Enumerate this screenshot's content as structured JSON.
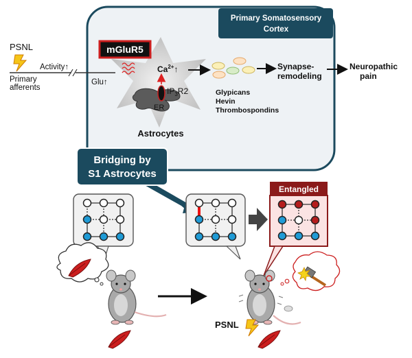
{
  "cortex_box": {
    "title_line1": "Primary Somatosensory",
    "title_line2": "Cortex"
  },
  "left_inputs": {
    "psnl": "PSNL",
    "activity": "Activity↑",
    "primary_line1": "Primary",
    "primary_line2": "afferents",
    "glu": "Glu↑"
  },
  "astrocyte": {
    "receptor": "mGluR5",
    "er": "ER",
    "ip3r2_main": "IP",
    "ip3r2_sub": "3",
    "ip3r2_tail": "R2",
    "label": "Astrocytes"
  },
  "calcium": {
    "base": "Ca",
    "sup": "2+",
    "arrow": "↑"
  },
  "secreted_factors": [
    "Glypicans",
    "Hevin",
    "Thrombospondins"
  ],
  "outcomes": {
    "synapse_line1": "Synapse-",
    "synapse_line2": "remodeling",
    "pain_line1": "Neuropathic",
    "pain_line2": "pain"
  },
  "bridging": {
    "line1": "Bridging by",
    "line2": "S1 Astrocytes"
  },
  "entangled": "Entangled",
  "psnl_bottom": "PSNL",
  "colors": {
    "navy": "#1b4a5e",
    "red": "#cc1f1f",
    "dark_red": "#8b1a1a",
    "node_blue": "#1f9bd6",
    "pink_fill": "#fbe3e3"
  }
}
